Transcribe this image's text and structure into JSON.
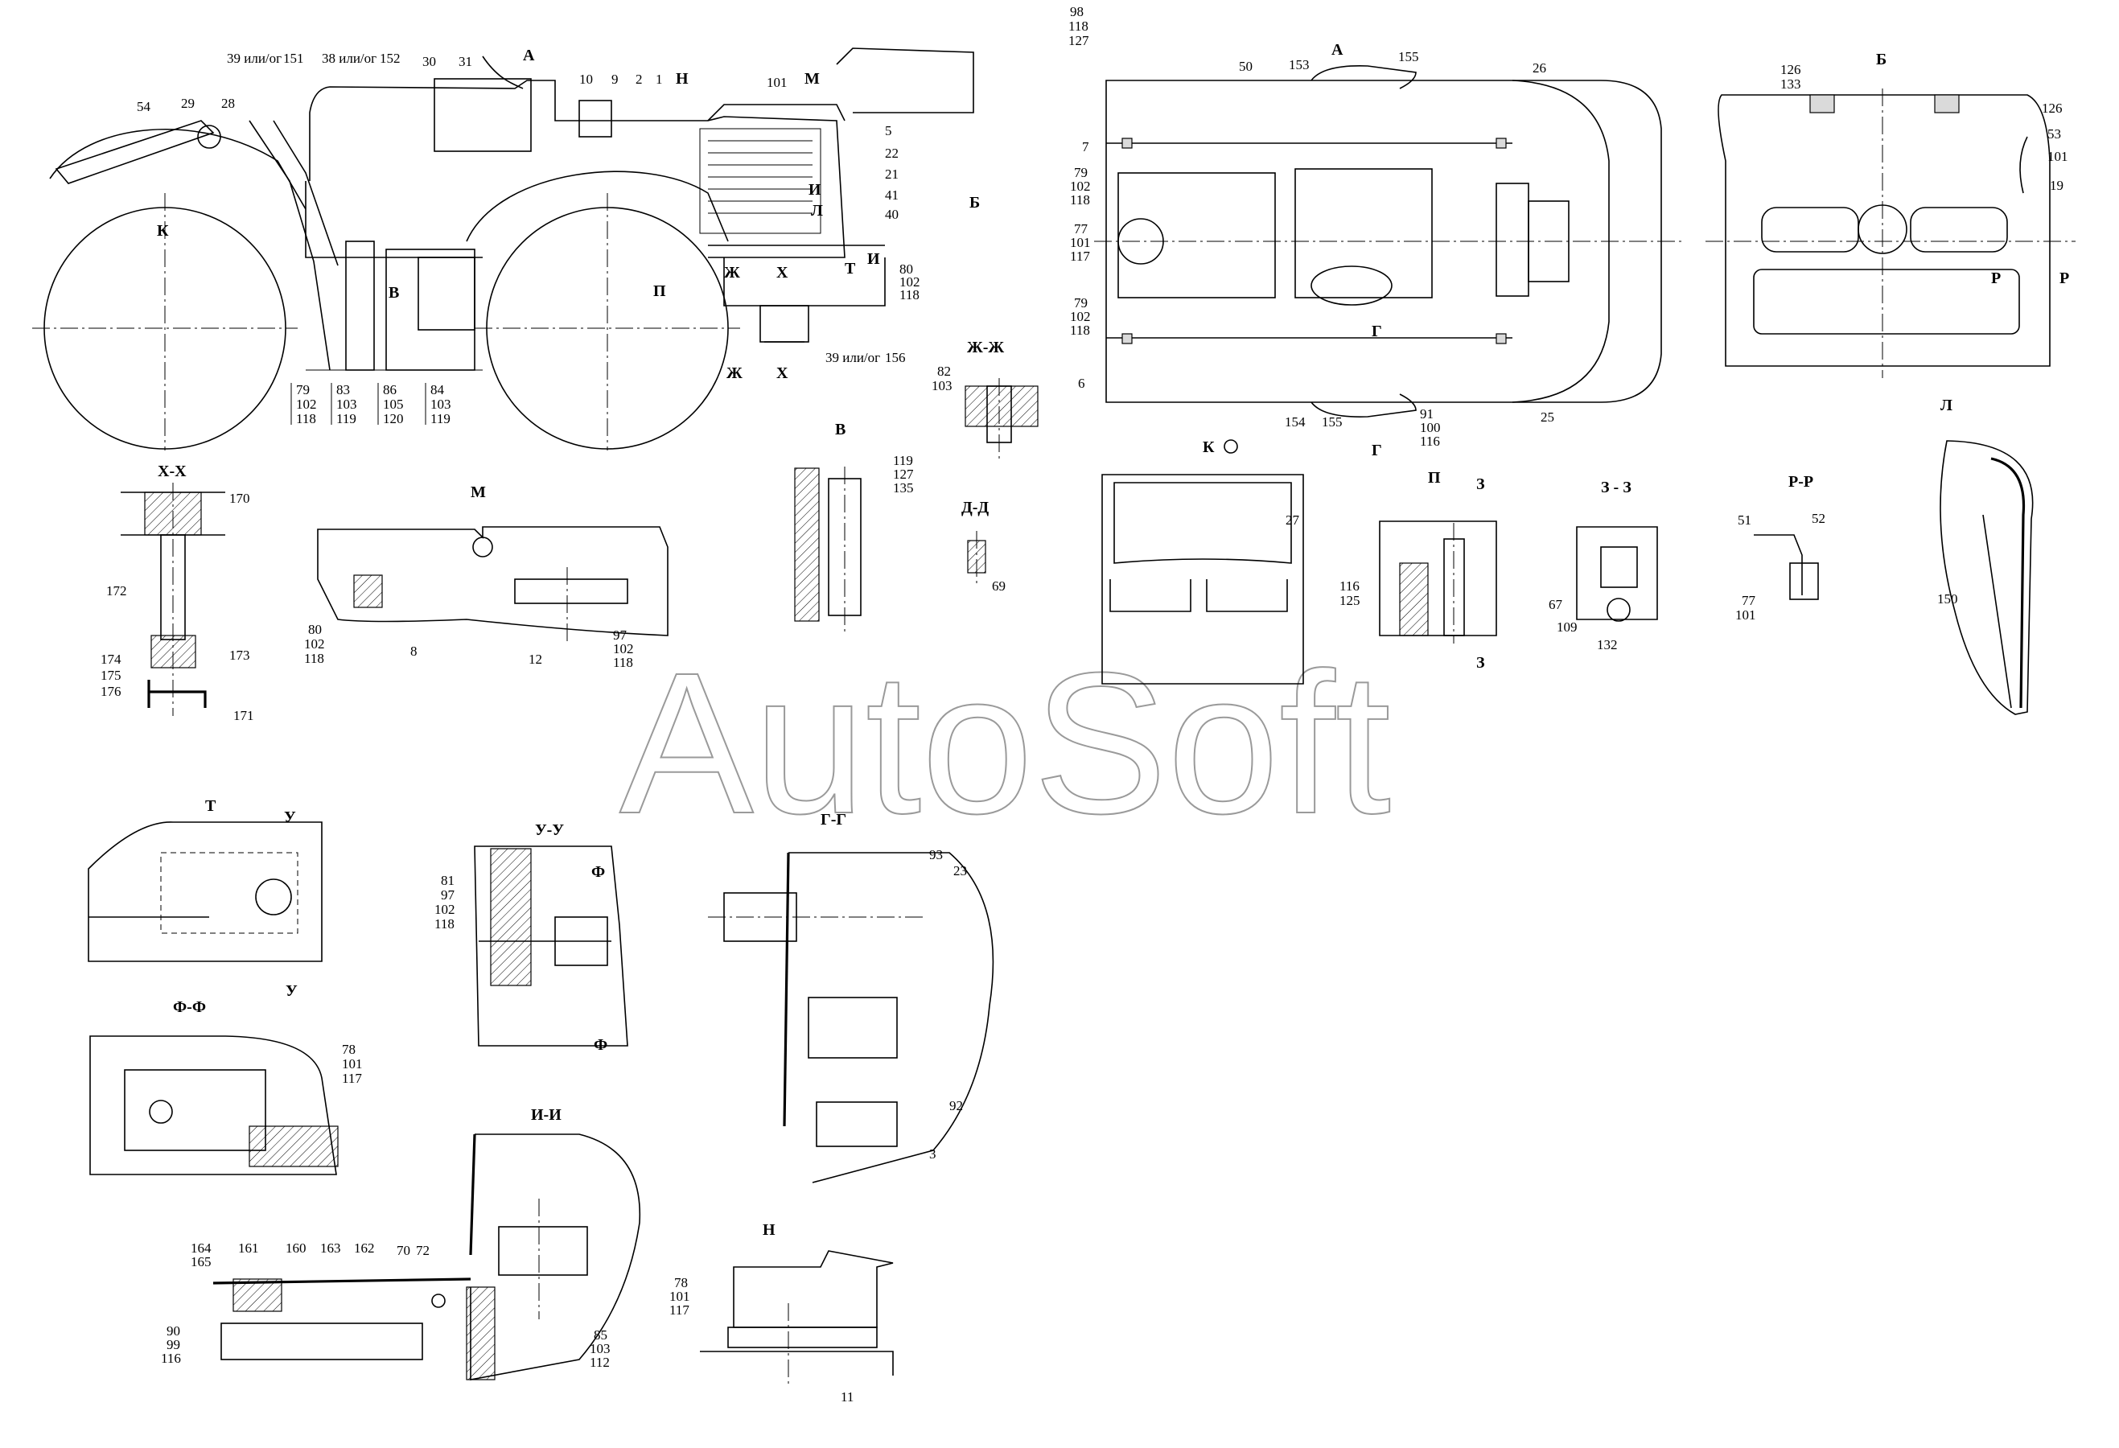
{
  "watermark": "AutoSoft",
  "views": {
    "A": "А",
    "B": "Б",
    "V": "В",
    "M": "М",
    "N": "Н",
    "L": "Л",
    "P": "П",
    "T": "Т",
    "K": "К",
    "XX": "Х-Х",
    "ZhZh": "Ж-Ж",
    "DD": "Д-Д",
    "ZZ": "З - З",
    "RR": "Р-Р",
    "UU": "У-У",
    "FF": "Ф-Ф",
    "GG": "Г-Г",
    "II": "И-И"
  },
  "marks": {
    "X": "Х",
    "Zh": "Ж",
    "I": "И",
    "T": "Т",
    "P": "П",
    "L": "Л",
    "M": "М",
    "N": "Н",
    "B": "Б",
    "V": "В",
    "A": "А",
    "K": "К",
    "G": "Г",
    "R": "Р",
    "Z": "З",
    "U": "У",
    "F": "Ф"
  },
  "callouts": {
    "side": {
      "c39a": "39 или/ог",
      "c151": "151",
      "c38": "38 или/ог",
      "c152": "152",
      "c30": "30",
      "c31": "31",
      "c10": "10",
      "c9": "9",
      "c2": "2",
      "c1": "1",
      "c101": "101",
      "c5": "5",
      "c22": "22",
      "c21": "21",
      "c41": "41",
      "c40": "40",
      "c54": "54",
      "c29": "29",
      "c28": "28",
      "c80": "80",
      "c102": "102",
      "c118": "118",
      "c39b": "39 или/ог",
      "c156": "156",
      "g1": [
        "79",
        "102",
        "118"
      ],
      "g2": [
        "83",
        "103",
        "119"
      ],
      "g3": [
        "86",
        "105",
        "120"
      ],
      "g4": [
        "84",
        "103",
        "119"
      ]
    },
    "plan": {
      "g98": [
        "98",
        "118",
        "127"
      ],
      "c7": "7",
      "g79a": [
        "79",
        "102",
        "118"
      ],
      "g77": [
        "77",
        "101",
        "117"
      ],
      "g79b": [
        "79",
        "102",
        "118"
      ],
      "c6": "6",
      "c50": "50",
      "c153": "153",
      "c155a": "155",
      "c26": "26",
      "c154": "154",
      "c155b": "155",
      "g91": [
        "91",
        "100",
        "116"
      ],
      "c25": "25"
    },
    "rear": {
      "g126": [
        "126",
        "133"
      ],
      "c126": "126",
      "c53": "53",
      "c101": "101",
      "c19": "19"
    },
    "zhzh": [
      "82",
      "103"
    ],
    "v": [
      "119",
      "127",
      "135"
    ],
    "dd": "69",
    "xx": {
      "c170": "170",
      "c172": "172",
      "c173": "173",
      "g174": [
        "174",
        "175",
        "176"
      ],
      "c171": "171"
    },
    "m": {
      "g80": [
        "80",
        "102",
        "118"
      ],
      "c8": "8",
      "c12": "12",
      "g97": [
        "97",
        "102",
        "118"
      ]
    },
    "k": {
      "c27": "27"
    },
    "p": {
      "g116": [
        "116",
        "125"
      ]
    },
    "zz": {
      "c67": "67",
      "c109": "109",
      "c132": "132"
    },
    "rr": {
      "c51": "51",
      "c52": "52",
      "g77": [
        "77",
        "101"
      ]
    },
    "l": {
      "c150": "150"
    },
    "uu": {
      "g81": [
        "81",
        "97",
        "102",
        "118"
      ]
    },
    "ff": {
      "g78": [
        "78",
        "101",
        "117"
      ]
    },
    "gg": {
      "c93": "93",
      "c23": "23",
      "c92": "92",
      "c3": "3"
    },
    "ii": {
      "c72": "72",
      "c70": "70",
      "c164": "164",
      "c165": "165",
      "c161": "161",
      "c160": "160",
      "c163": "163",
      "c162": "162",
      "g90": [
        "90",
        "99",
        "116"
      ],
      "g85": [
        "85",
        "103",
        "112"
      ]
    },
    "n": {
      "g78": [
        "78",
        "101",
        "117"
      ],
      "c11": "11"
    }
  }
}
